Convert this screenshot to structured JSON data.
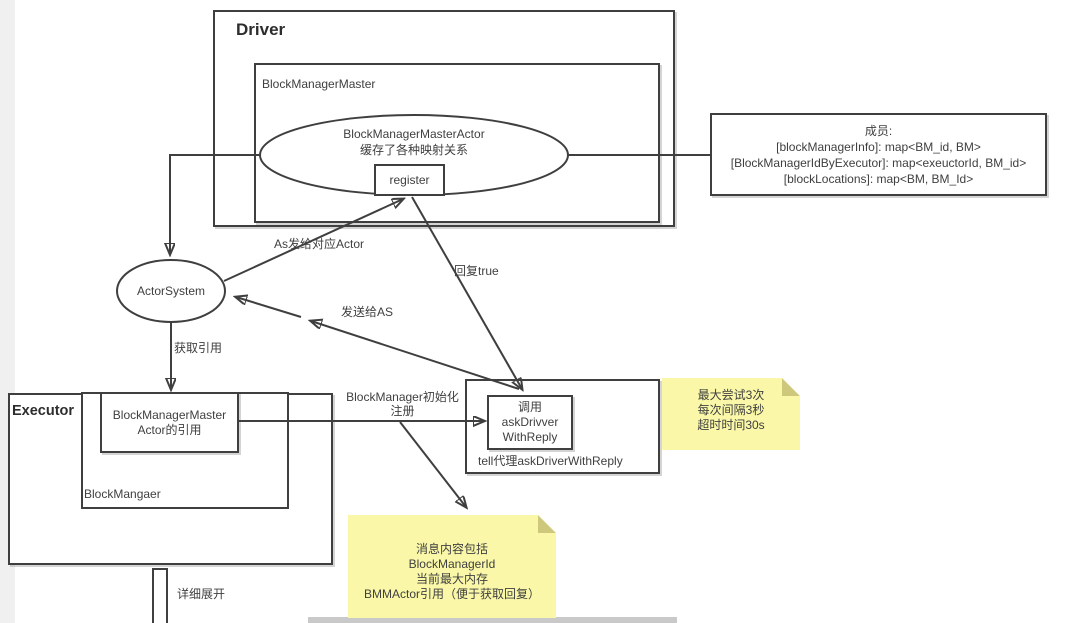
{
  "diagram": {
    "driver": {
      "title": "Driver"
    },
    "bmm": {
      "label": "BlockManagerMaster"
    },
    "bmm_actor": {
      "lines": [
        "BlockManagerMasterActor",
        "缓存了各种映射关系"
      ]
    },
    "register": {
      "label": "register"
    },
    "members_box": {
      "lines": [
        "成员:",
        "[blockManagerInfo]:  map<BM_id, BM>",
        "[BlockManagerIdByExecutor]:   map<exeuctorId, BM_id>",
        "[blockLocations]: map<BM, BM_Id>"
      ]
    },
    "actor_system": {
      "label": "ActorSystem"
    },
    "executor": {
      "title": "Executor"
    },
    "block_manager": {
      "label": "BlockMangaer"
    },
    "bmma_ref": {
      "lines": [
        "BlockManagerMaster",
        "Actor的引用"
      ]
    },
    "tell_proxy": {
      "label": "tell代理askDriverWithReply"
    },
    "call_box": {
      "lines": [
        "调用",
        "askDrivver",
        "WithReply"
      ]
    },
    "edge_labels": {
      "as_to_actor": "As发给对应Actor",
      "reply_true": "回复true",
      "send_to_as": "发送给AS",
      "get_ref": "获取引用",
      "bm_init": [
        "BlockManager初始化",
        "注册"
      ],
      "detail_expand": "详细展开"
    },
    "notes": {
      "retry": {
        "lines": [
          "最大尝试3次",
          "每次间隔3秒",
          "超时时间30s"
        ]
      },
      "message": {
        "lines": [
          "消息内容包括",
          "BlockManagerId",
          "当前最大内存",
          "BMMActor引用（便于获取回复）"
        ]
      }
    }
  },
  "colors": {
    "line": "#3f3f3f",
    "note_bg": "#faf8a8",
    "note_fold": "#cdc87b",
    "gutter_bg": "#f0f0f0",
    "next_shape_stub": "#c9c9c9"
  }
}
